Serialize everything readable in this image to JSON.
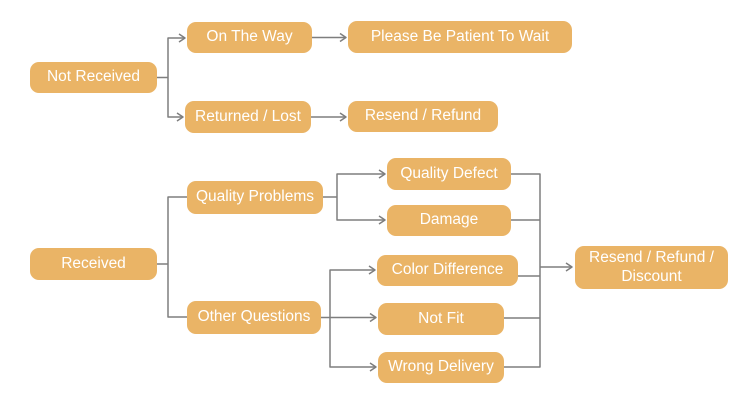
{
  "colors": {
    "background": "#ffffff",
    "node_fill": "#EAB466",
    "node_text": "#ffffff",
    "connector": "#7E7E7E"
  },
  "diagram": {
    "type": "flowchart",
    "title": "",
    "nodes": {
      "not_received": {
        "label": "Not Received"
      },
      "on_the_way": {
        "label": "On The Way"
      },
      "please_be_patient": {
        "label": "Please Be Patient To Wait"
      },
      "returned_lost": {
        "label": "Returned / Lost"
      },
      "resend_refund": {
        "label": "Resend / Refund"
      },
      "received": {
        "label": "Received"
      },
      "quality_problems": {
        "label": "Quality Problems"
      },
      "other_questions": {
        "label": "Other Questions"
      },
      "quality_defect": {
        "label": "Quality Defect"
      },
      "damage": {
        "label": "Damage"
      },
      "color_difference": {
        "label": "Color Difference"
      },
      "not_fit": {
        "label": "Not Fit"
      },
      "wrong_delivery": {
        "label": "Wrong Delivery"
      },
      "resend_refund_discount": {
        "label": "Resend / Refund / Discount"
      }
    },
    "edges": [
      {
        "from": "not_received",
        "to": "on_the_way",
        "arrow": true
      },
      {
        "from": "not_received",
        "to": "returned_lost",
        "arrow": true
      },
      {
        "from": "on_the_way",
        "to": "please_be_patient",
        "arrow": true
      },
      {
        "from": "returned_lost",
        "to": "resend_refund",
        "arrow": true
      },
      {
        "from": "received",
        "to": "quality_problems",
        "arrow": false
      },
      {
        "from": "received",
        "to": "other_questions",
        "arrow": false
      },
      {
        "from": "quality_problems",
        "to": "quality_defect",
        "arrow": true
      },
      {
        "from": "quality_problems",
        "to": "damage",
        "arrow": true
      },
      {
        "from": "other_questions",
        "to": "color_difference",
        "arrow": true
      },
      {
        "from": "other_questions",
        "to": "not_fit",
        "arrow": true
      },
      {
        "from": "other_questions",
        "to": "wrong_delivery",
        "arrow": true
      },
      {
        "from": "quality_defect",
        "to": "resend_refund_discount",
        "arrow": true
      },
      {
        "from": "damage",
        "to": "resend_refund_discount",
        "arrow": true
      },
      {
        "from": "color_difference",
        "to": "resend_refund_discount",
        "arrow": true
      },
      {
        "from": "not_fit",
        "to": "resend_refund_discount",
        "arrow": true
      },
      {
        "from": "wrong_delivery",
        "to": "resend_refund_discount",
        "arrow": true
      }
    ]
  }
}
